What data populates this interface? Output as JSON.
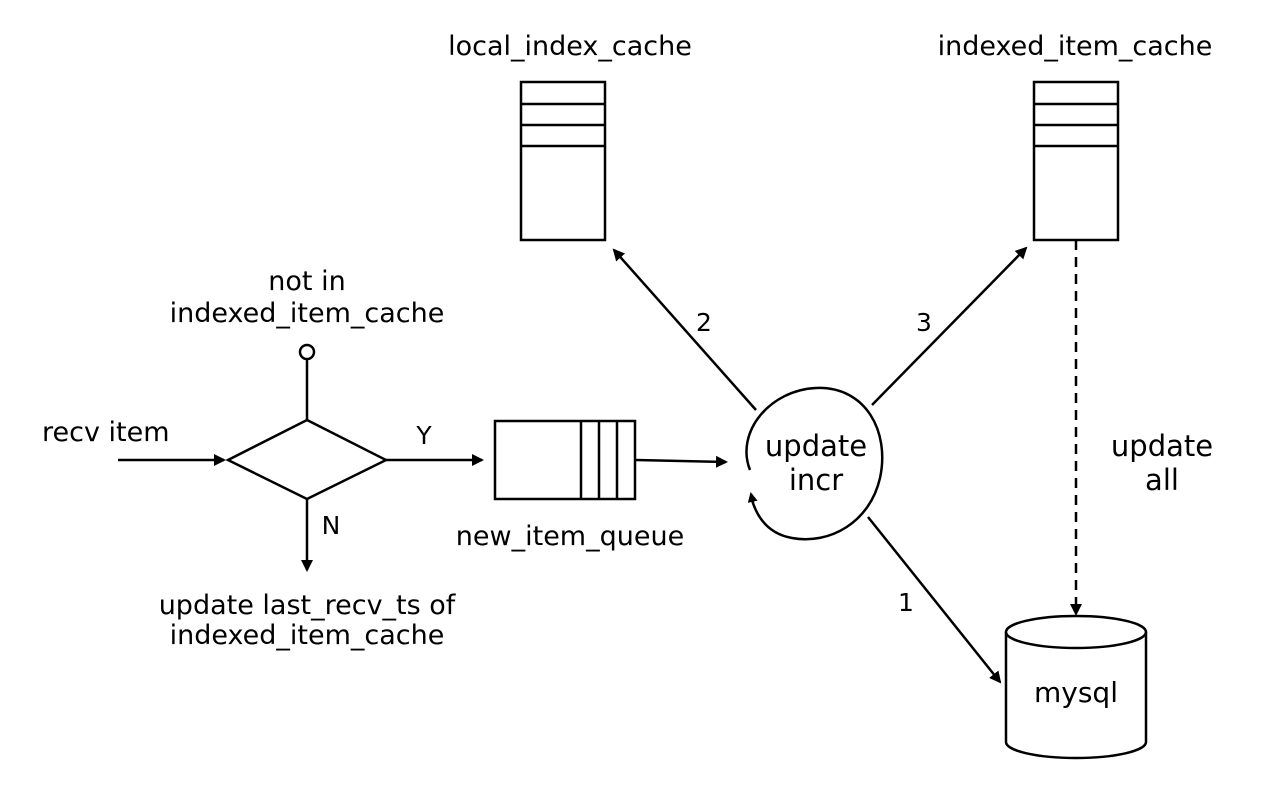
{
  "colors": {
    "accent": "#f5921e",
    "input": "#1a3fe0",
    "stroke": "#000000"
  },
  "labels": {
    "local_index_cache": "local_index_cache",
    "indexed_item_cache": "indexed_item_cache",
    "condition_line1": "not in",
    "condition_line2": "indexed_item_cache",
    "recv_item": "recv item",
    "yes": "Y",
    "no": "N",
    "new_item_queue": "new_item_queue",
    "update_incr_line1": "update",
    "update_incr_line2": "incr",
    "update_all_line1": "update",
    "update_all_line2": "all",
    "no_branch_line1": "update last_recv_ts of",
    "no_branch_line2": "indexed_item_cache",
    "mysql": "mysql",
    "step1": "1",
    "step2": "2",
    "step3": "3"
  },
  "icons": {
    "local_index_cache": "cache-stack-icon",
    "indexed_item_cache": "cache-stack-icon",
    "new_item_queue": "queue-icon",
    "mysql": "database-cylinder-icon",
    "decision": "decision-diamond-icon",
    "update_incr": "loop-circle-icon"
  }
}
